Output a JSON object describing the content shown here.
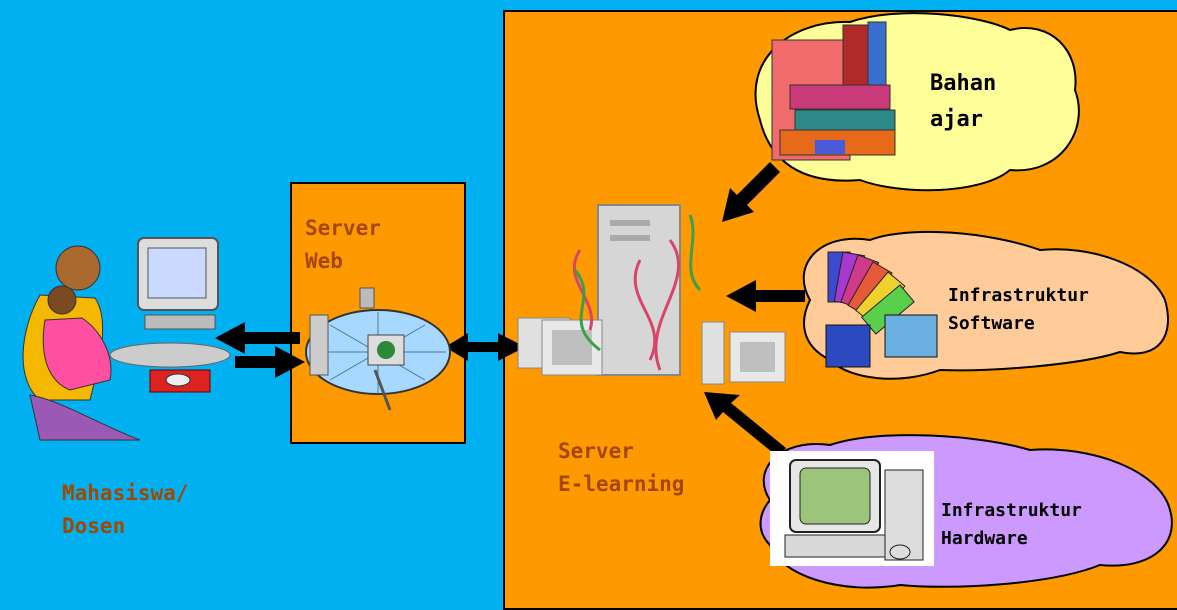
{
  "labels": {
    "server_web": [
      "Server",
      "Web"
    ],
    "server_elearning": [
      "Server",
      "E-learning"
    ],
    "mahasiswa": [
      "Mahasiswa/",
      "Dosen"
    ],
    "bahan": [
      "Bahan",
      "ajar"
    ],
    "infra_software": [
      "Infrastruktur",
      "Software"
    ],
    "infra_hardware": [
      "Infrastruktur",
      "Hardware"
    ]
  },
  "colors": {
    "background": "#00b0f0",
    "panel": "#ff9900",
    "label_brown": "#a34700",
    "cloud_yellow": "#ffff99",
    "cloud_peach": "#ffcc99",
    "cloud_purple": "#cc99ff"
  },
  "icons": [
    "users-computer-icon",
    "web-server-icon",
    "elearning-server-icon",
    "books-icon",
    "floppy-disks-icon",
    "hardware-computer-icon"
  ]
}
